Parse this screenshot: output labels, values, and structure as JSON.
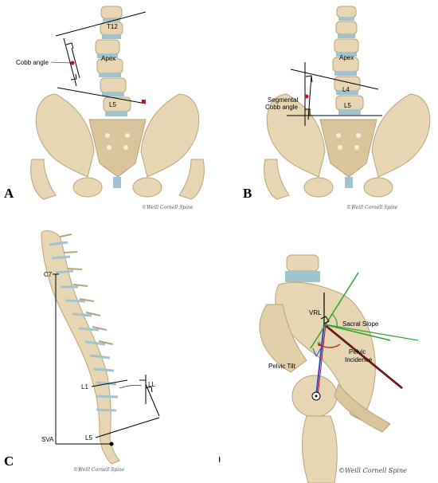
{
  "panels": {
    "a": {
      "letter": "A",
      "labels": {
        "t12": "T12",
        "apex": "Apex",
        "l5": "L5",
        "cobb": "Cobb angle"
      },
      "signature": "©Weill Cornell Spine"
    },
    "b": {
      "letter": "B",
      "labels": {
        "apex": "Apex",
        "l4": "L4",
        "l5": "L5",
        "seg1": "Segmental",
        "seg2": "Cobb angle"
      },
      "signature": "©Weill Cornell Spine"
    },
    "c": {
      "letter": "C",
      "labels": {
        "c7": "C7",
        "l1": "L1",
        "ll": "LL",
        "l5": "L5",
        "sva": "SVA"
      },
      "signature": "©Weill Cornell Spine"
    },
    "d": {
      "letter": "D",
      "labels": {
        "vrl": "VRL",
        "sacral_slope": "Sacral Slope",
        "pelvic_incidence1": "Pelvic",
        "pelvic_incidence2": "Incidence",
        "pelvic_tilt": "Pelvic Tilt",
        "b": "B"
      },
      "signature": "©Weill Cornell Spine"
    }
  },
  "colors": {
    "bone": "#e6d6b3",
    "bone_dark": "#b9a27a",
    "disc": "#9fc3cf",
    "red": "#c0141c",
    "green": "#2aa52a",
    "blue": "#2a45c8",
    "black": "#000000"
  }
}
